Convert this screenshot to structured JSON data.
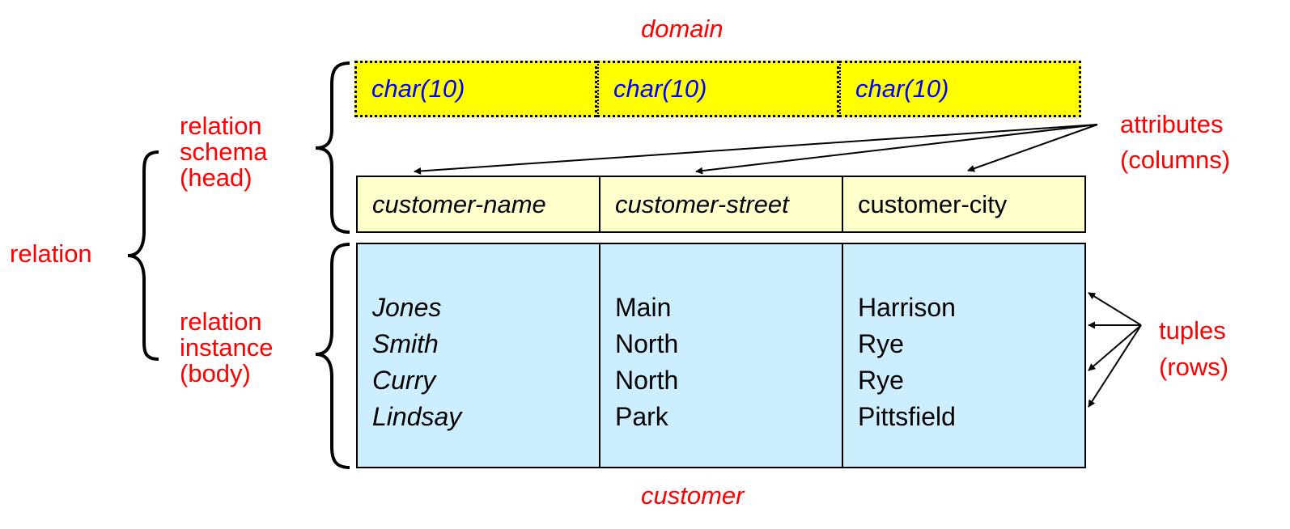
{
  "labels": {
    "domain": "domain",
    "relation": "relation",
    "relation_schema": [
      "relation",
      "schema",
      "(head)"
    ],
    "relation_instance": [
      "relation",
      "instance",
      "(body)"
    ],
    "attributes": [
      "attributes",
      "(columns)"
    ],
    "tuples": [
      "tuples",
      "(rows)"
    ],
    "table_name": "customer"
  },
  "domains": [
    "char(10)",
    "char(10)",
    "char(10)"
  ],
  "headers": [
    "customer-name",
    "customer-street",
    "customer-city"
  ],
  "rows": [
    [
      "Jones",
      "Main",
      "Harrison"
    ],
    [
      "Smith",
      "North",
      "Rye"
    ],
    [
      "Curry",
      "North",
      "Rye"
    ],
    [
      "Lindsay",
      "Park",
      "Pittsfield"
    ]
  ],
  "colors": {
    "label": "#ff0000",
    "domain_fill": "#ffff00",
    "domain_text": "#0000ff",
    "header_fill": "#ffffcc",
    "body_fill": "#cceeff"
  }
}
